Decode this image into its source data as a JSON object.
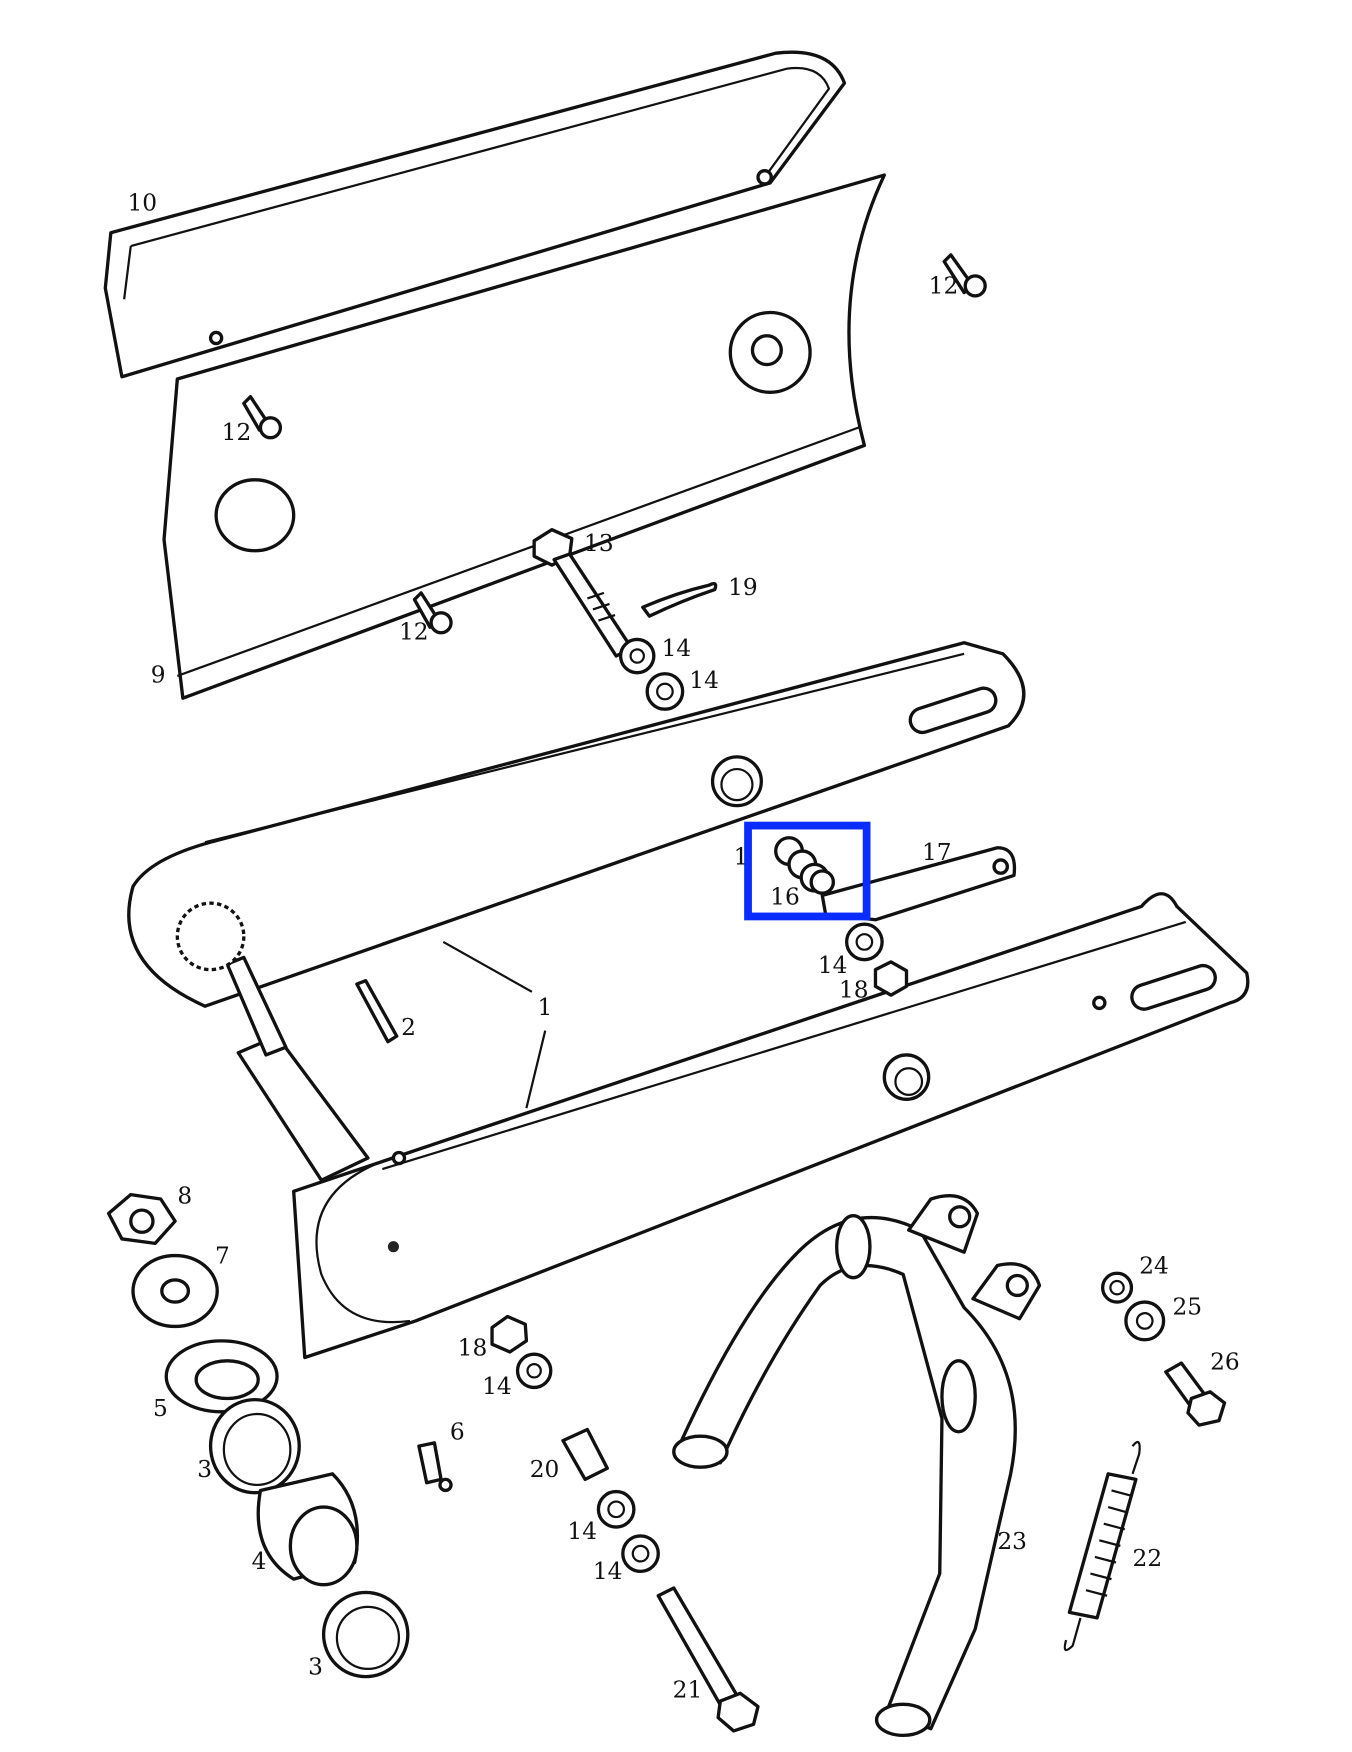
{
  "diagram": {
    "type": "exploded parts diagram",
    "highlight": {
      "color": "#0a2cff",
      "target_label": "16"
    },
    "labels": {
      "l10": "10",
      "l12a": "12",
      "l12b": "12",
      "l12c": "12",
      "l13": "13",
      "l19": "19",
      "l14a": "14",
      "l14b": "14",
      "l9": "9",
      "l17": "17",
      "l15": "1",
      "l16": "16",
      "l14c": "14",
      "l18a": "18",
      "l2": "2",
      "l1": "1",
      "l8": "8",
      "l7": "7",
      "l5": "5",
      "l3a": "3",
      "l6": "6",
      "l24": "24",
      "l25": "25",
      "l26": "26",
      "l18b": "18",
      "l14d": "14",
      "l20": "20",
      "l14e": "14",
      "l14f": "14",
      "l4": "4",
      "l3b": "3",
      "l23": "23",
      "l22": "22",
      "l21": "21"
    }
  }
}
